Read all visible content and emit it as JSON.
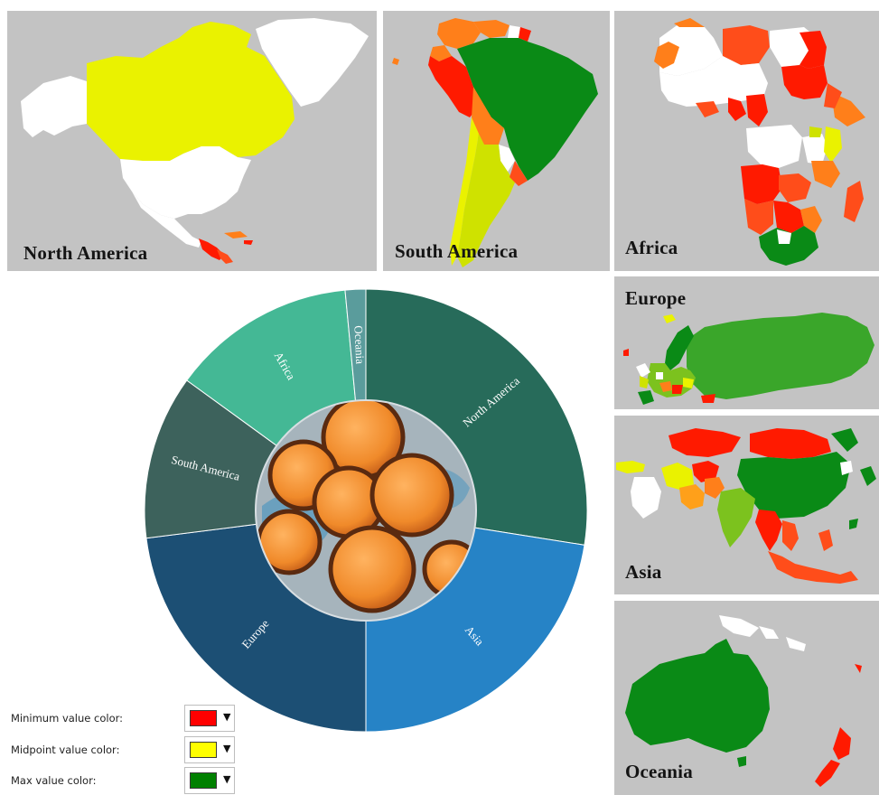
{
  "maps": {
    "north_america": {
      "label": "North America"
    },
    "south_america": {
      "label": "South America"
    },
    "africa": {
      "label": "Africa"
    },
    "europe": {
      "label": "Europe"
    },
    "asia": {
      "label": "Asia"
    },
    "oceania": {
      "label": "Oceania"
    }
  },
  "sunburst": {
    "center_image": "pollen-grains-photo",
    "segments": [
      {
        "label": "North America",
        "share": 0.275,
        "color": "#276b5a"
      },
      {
        "label": "Asia",
        "share": 0.225,
        "color": "#2683c6"
      },
      {
        "label": "Europe",
        "share": 0.23,
        "color": "#1c4f74"
      },
      {
        "label": "South America",
        "share": 0.12,
        "color": "#3d625c"
      },
      {
        "label": "Africa",
        "share": 0.135,
        "color": "#44b895"
      },
      {
        "label": "Oceania",
        "share": 0.015,
        "color": "#5a9c9c"
      }
    ]
  },
  "color_settings": {
    "min": {
      "label": "Minimum value color:",
      "color": "#ff0000"
    },
    "mid": {
      "label": "Midpoint value color:",
      "color": "#ffff00"
    },
    "max": {
      "label": "Max value color:",
      "color": "#008000"
    }
  },
  "colors": {
    "map_background": "#c3c3c3",
    "red": "#ff1a00",
    "orange_red": "#ff4d1a",
    "orange": "#ff7f1a",
    "yellow": "#eaf200",
    "yellow_green": "#cfe200",
    "light_green": "#7cc21e",
    "green": "#0a8a16",
    "no_data": "#ffffff"
  }
}
